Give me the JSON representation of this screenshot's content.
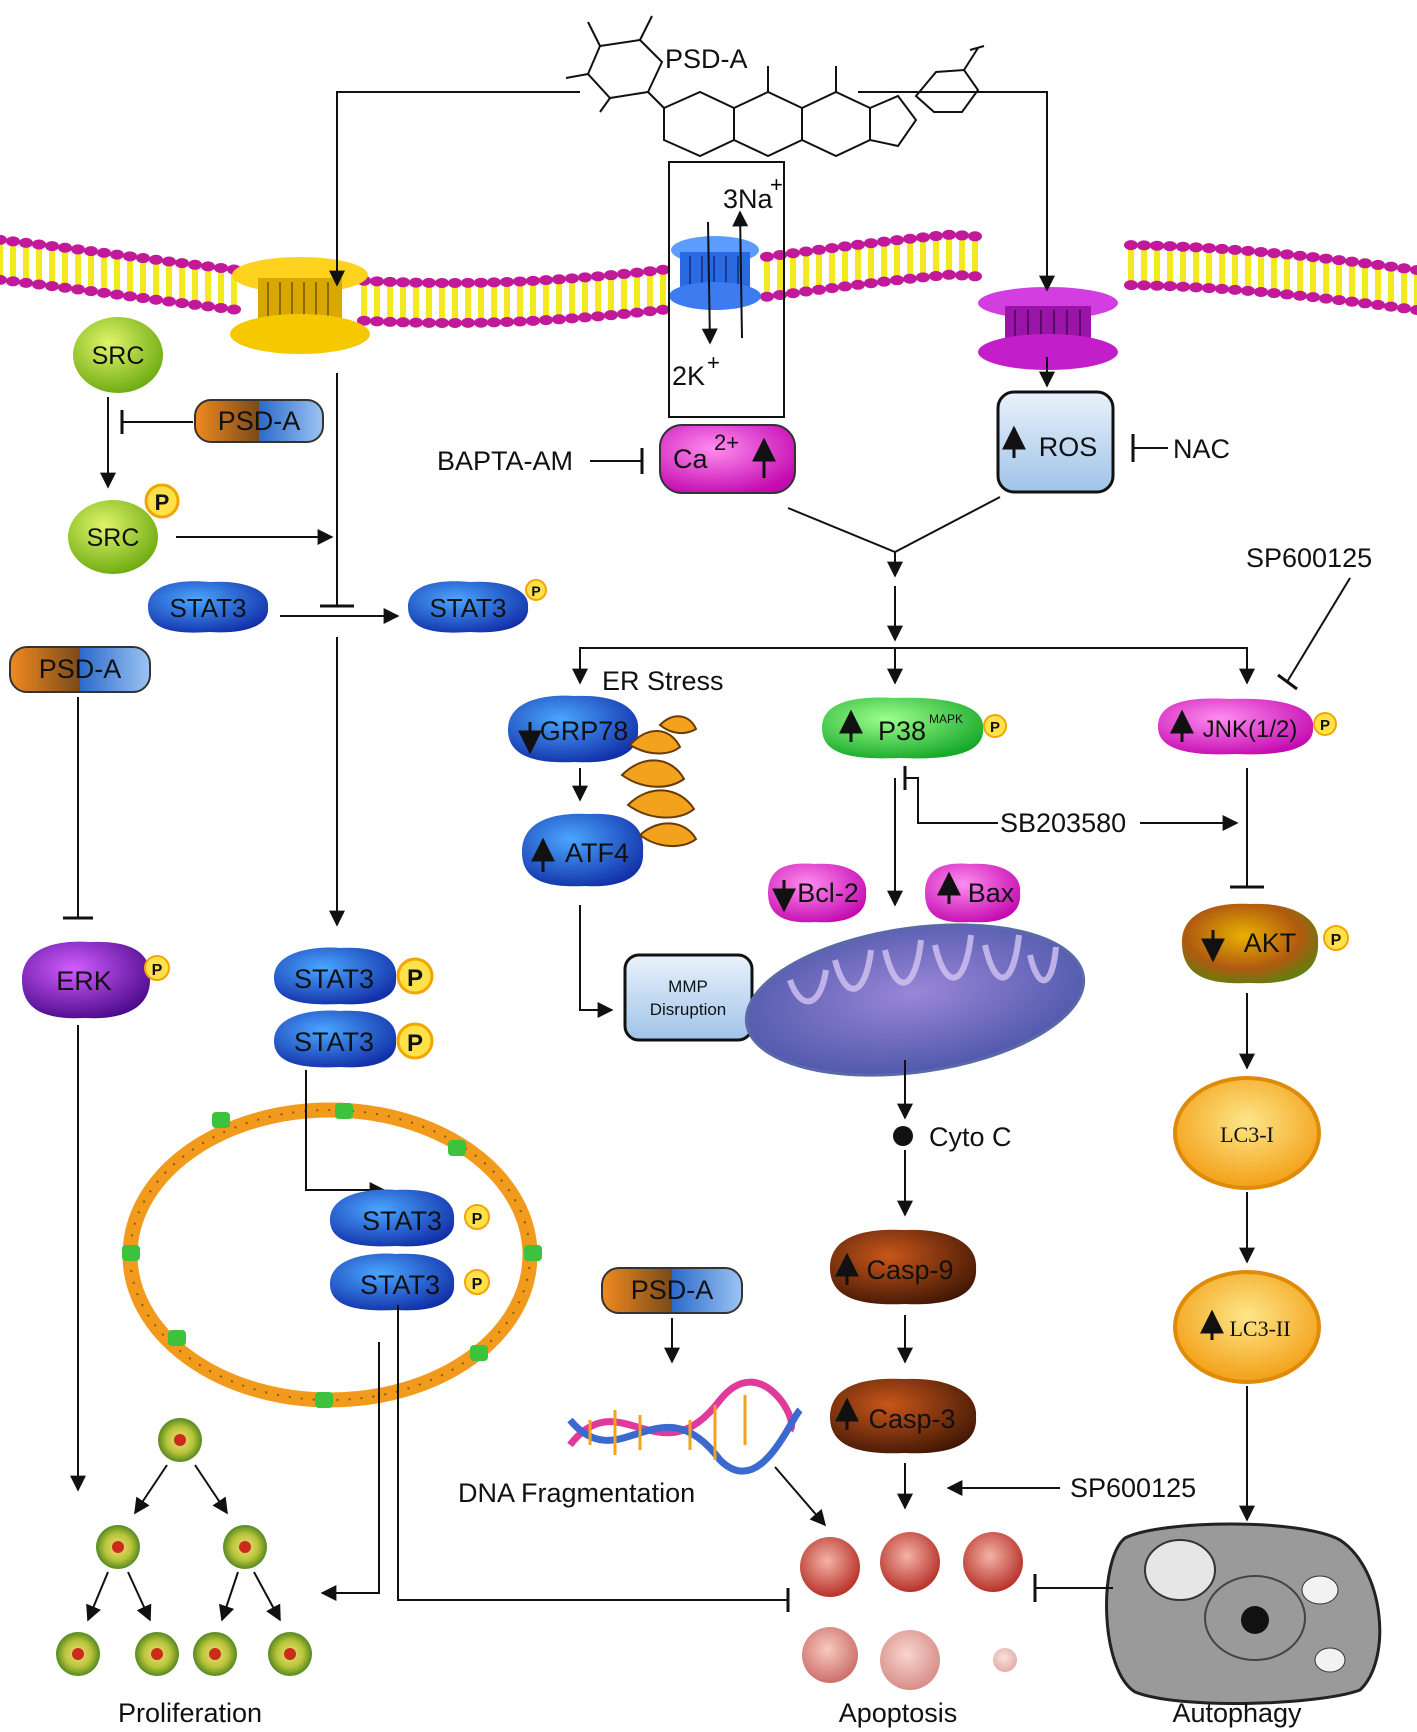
{
  "compound": "PSD-A",
  "membrane": {
    "na_label": "3Na",
    "na_charge": "+",
    "k_label": "2K",
    "k_charge": "+"
  },
  "left_path": {
    "src": "SRC",
    "psd_a_1": "PSD-A",
    "src_p": "SRC",
    "p_badge": "P",
    "stat3": "STAT3",
    "stat3_p": "STAT3",
    "psd_a_2": "PSD-A",
    "erk": "ERK",
    "dimer_top": "STAT3",
    "dimer_bottom": "STAT3",
    "nuclear_top": "STAT3",
    "nuclear_bottom": "STAT3",
    "proliferation": "Proliferation"
  },
  "middle_path": {
    "bapta": "BAPTA-AM",
    "ca": "Ca",
    "ca_sup": "2+",
    "ros": "ROS",
    "nac": "NAC",
    "er_stress": "ER Stress",
    "grp78": "GRP78",
    "atf4": "ATF4",
    "p38": "P38",
    "p38_sup": "MAPK",
    "bcl2": "Bcl-2",
    "bax": "Bax",
    "mmp_line1": "MMP",
    "mmp_line2": "Disruption",
    "cyto_c": "Cyto C",
    "casp9": "Casp-9",
    "casp3": "Casp-3",
    "psd_a_3": "PSD-A",
    "dna": "DNA Fragmentation",
    "apoptosis": "Apoptosis"
  },
  "right_path": {
    "sp600125_top": "SP600125",
    "jnk": "JNK(1/2)",
    "sb203580": "SB203580",
    "akt": "AKT",
    "lc3_1": "LC3-I",
    "lc3_2": "LC3-II",
    "sp600125_bottom": "SP600125",
    "autophagy": "Autophagy"
  },
  "colors": {
    "lipid_head": "#c2189a",
    "lipid_tail": "#f2ea1e",
    "channel_yellow": "#f5c800",
    "channel_blue": "#3d7cf0",
    "channel_magenta": "#c21ec9",
    "src_green": "#9ad21e",
    "stat3_blue": "#1e50d8",
    "magenta_node": "#ee28d8",
    "green_node": "#22d63a",
    "casp_brown": "#8a3410",
    "lc3_orange": "#f7a81a",
    "erk_purple": "#8a1ec8",
    "ros_box": "#b9d4ee"
  }
}
